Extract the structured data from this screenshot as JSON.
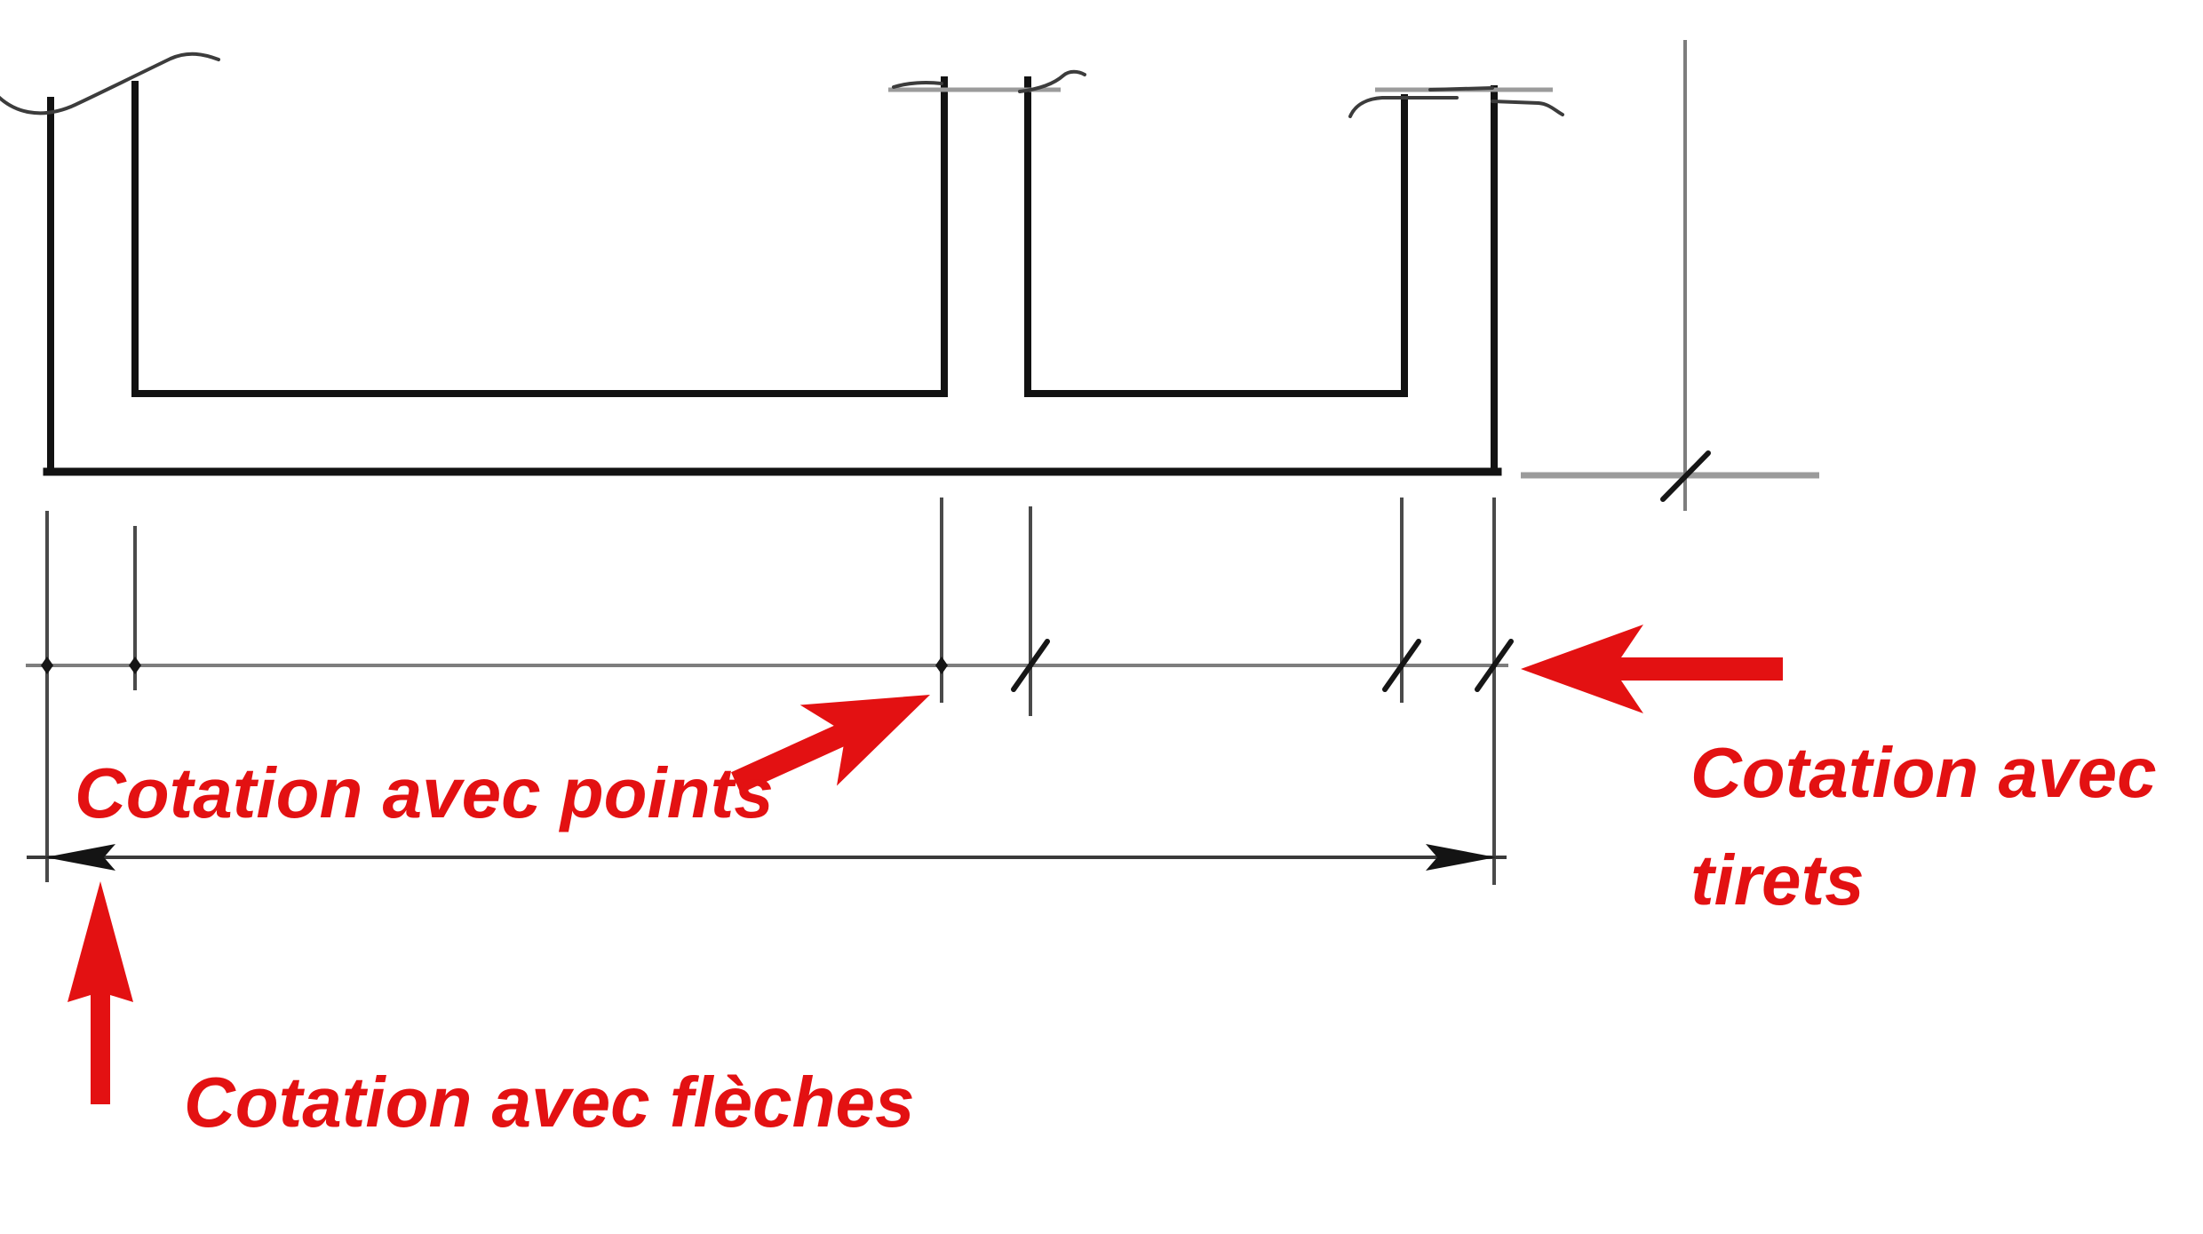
{
  "colors": {
    "red": "#e31112",
    "profile": "#121212",
    "dim-gray": "#7d7d7d",
    "ext-gray": "#4a4a4a",
    "light-gray": "#9b9b9b",
    "tick-black": "#161616",
    "background": "#ffffff"
  },
  "annotations": {
    "points": {
      "label": "Cotation avec points",
      "arrow_icon": "red-arrow-up-right-icon"
    },
    "tirets": {
      "label_line1": "Cotation avec",
      "label_line2": "tirets",
      "arrow_icon": "red-arrow-left-icon"
    },
    "fleches": {
      "label": "Cotation avec flèches",
      "arrow_icon": "red-arrow-up-icon"
    }
  }
}
